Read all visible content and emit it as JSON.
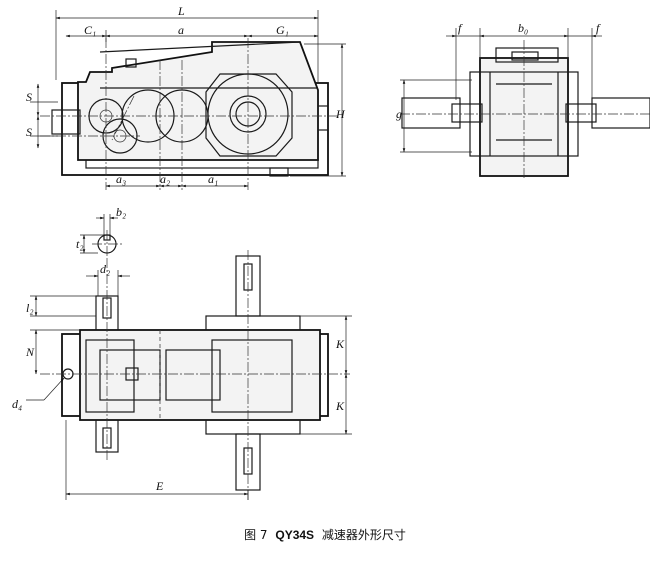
{
  "figure": {
    "caption_prefix": "图 7",
    "caption_model": "QY34S",
    "caption_text": "减速器外形尺寸"
  },
  "dimensions": {
    "L": "L",
    "a": "a",
    "C1": "C₁",
    "G1": "G₁",
    "S_top": "S",
    "S_bottom": "S",
    "H": "H",
    "a1": "a₁",
    "a2": "a₂",
    "a3": "a₃",
    "f_left": "f",
    "f_right": "f",
    "b0": "b₀",
    "g": "g",
    "b2": "b₂",
    "t2": "t₂",
    "d2": "d₂",
    "l2": "l₂",
    "N": "N",
    "K_top": "K",
    "K_bottom": "K",
    "d4": "d₄",
    "E": "E"
  }
}
